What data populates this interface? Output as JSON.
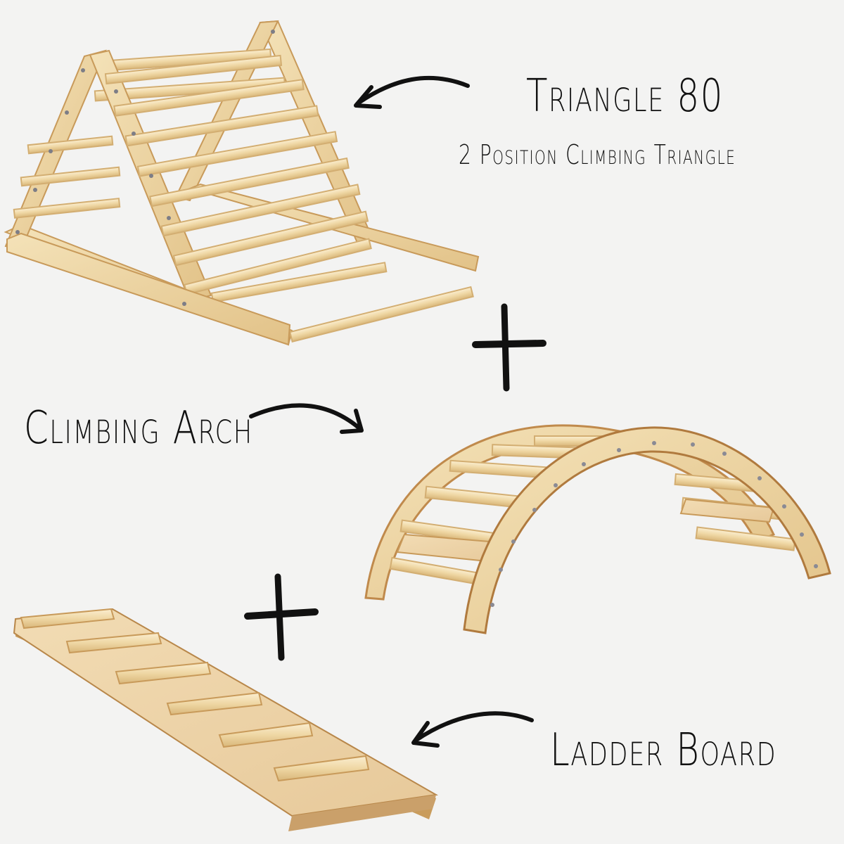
{
  "labels": {
    "triangle_title": "Triangle 80",
    "triangle_subtitle": "2 Position Climbing Triangle",
    "arch_title": "Climbing Arch",
    "ladder_title": "Ladder Board"
  },
  "colors": {
    "background": "#f3f3f2",
    "wood_light": "#f0dcae",
    "wood_mid": "#e4c58c",
    "wood_dark": "#c99c5c",
    "ink": "#111111"
  }
}
